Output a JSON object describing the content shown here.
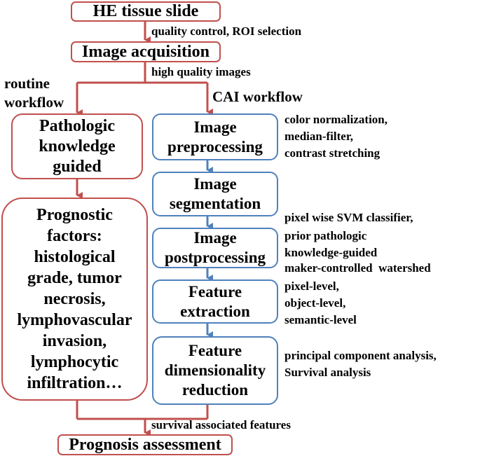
{
  "nodes": {
    "he_slide": "HE tissue slide",
    "image_acquisition": "Image acquisition",
    "pathologic": [
      "Pathologic",
      "knowledge",
      "guided"
    ],
    "prognostic": [
      "Prognostic",
      "factors:",
      "histological",
      "grade, tumor",
      "necrosis,",
      "lymphovascular",
      "invasion,",
      "lymphocytic",
      "infiltration…"
    ],
    "preprocessing": [
      "Image",
      "preprocessing"
    ],
    "segmentation": [
      "Image",
      "segmentation"
    ],
    "postprocessing": [
      "Image",
      "postprocessing"
    ],
    "feature_extraction": [
      "Feature",
      "extraction"
    ],
    "dim_reduction": [
      "Feature",
      "dimensionality",
      "reduction"
    ],
    "prognosis": "Prognosis assessment"
  },
  "edge_labels": {
    "qc": "quality control, ROI selection",
    "hq": "high quality images",
    "survival": "survival associated features"
  },
  "branch_labels": {
    "routine": [
      "routine",
      "workflow"
    ],
    "cai": "CAI workflow"
  },
  "side_notes": {
    "preprocessing": [
      "color normalization,",
      "median-filter,",
      "contrast stretching"
    ],
    "segmentation": [
      "pixel wise SVM classifier,",
      "maker-controlled  watershed"
    ],
    "postprocessing": [
      "prior pathologic",
      "knowledge-guided"
    ],
    "feature_extraction": [
      "pixel-level,",
      "object-level,",
      "semantic-level"
    ],
    "dim_reduction": [
      "principal component analysis,",
      "Survival analysis"
    ]
  },
  "colors": {
    "red": "#c0504d",
    "blue": "#4f81bd"
  }
}
